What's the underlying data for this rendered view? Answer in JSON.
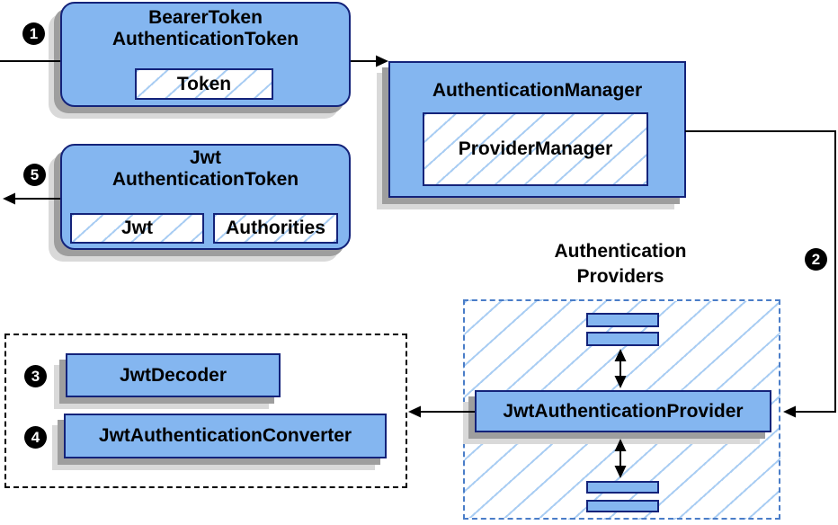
{
  "colors": {
    "box_fill": "#84b6f0",
    "box_border": "#14237a",
    "hatch_line": "#a9cdf3",
    "dashed_blue": "#4a7dc8",
    "shadow_dark": "#9e9e9e",
    "shadow_light": "#d9d9d9",
    "arrow": "#000000",
    "text": "#000000",
    "step_badge_bg": "#000000",
    "step_badge_text": "#ffffff"
  },
  "nodes": {
    "bearer_token": {
      "title_line1": "BearerToken",
      "title_line2": "AuthenticationToken",
      "inner_label": "Token"
    },
    "authentication_manager": {
      "title": "AuthenticationManager",
      "inner_label": "ProviderManager"
    },
    "jwt_token": {
      "title_line1": "Jwt",
      "title_line2": "AuthenticationToken",
      "inner_label_left": "Jwt",
      "inner_label_right": "Authorities"
    },
    "jwt_authentication_provider": {
      "label": "JwtAuthenticationProvider"
    },
    "jwt_decoder": {
      "label": "JwtDecoder"
    },
    "jwt_authentication_converter": {
      "label": "JwtAuthenticationConverter"
    }
  },
  "labels": {
    "providers_group_line1": "Authentication",
    "providers_group_line2": "Providers"
  },
  "steps": {
    "step1": "1",
    "step2": "2",
    "step3": "3",
    "step4": "4",
    "step5": "5"
  }
}
